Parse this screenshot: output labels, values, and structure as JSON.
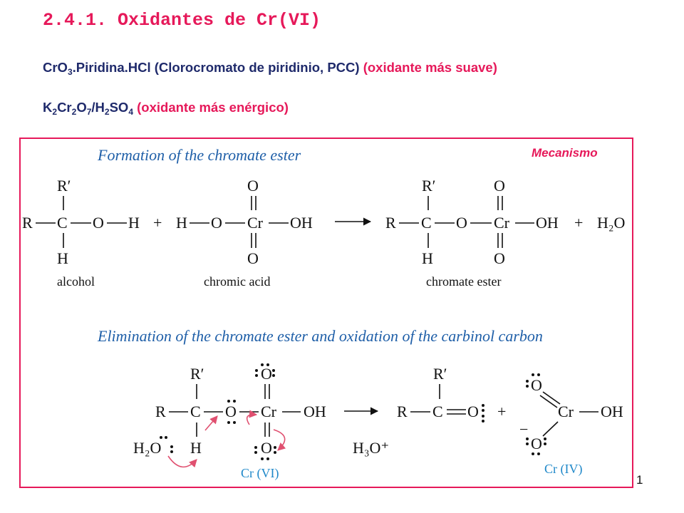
{
  "slide": {
    "title": "2.4.1. Oxidantes de Cr(VI)",
    "line1": {
      "formula_parts": [
        "CrO",
        "3",
        ".Piridina.HCl (Clorocromato de piridinio, PCC)"
      ],
      "note": "(oxidante más suave)"
    },
    "line2": {
      "formula_parts": [
        "K",
        "2",
        "Cr",
        "2",
        "O",
        "7",
        "/H",
        "2",
        "SO",
        "4"
      ],
      "note": "(oxidante más enérgico)"
    },
    "box_label": "Mecanismo",
    "page_number": "1"
  },
  "scheme": {
    "section1_title": "Formation of the chromate ester",
    "section2_title": "Elimination of the chromate ester and oxidation of the carbinol carbon",
    "labels": {
      "alcohol": "alcohol",
      "chromic_acid": "chromic acid",
      "chromate_ester": "chromate ester",
      "cr6": "Cr (VI)",
      "cr4": "Cr (IV)"
    },
    "atoms": {
      "R": "R",
      "R_prime": "R′",
      "C": "C",
      "O": "O",
      "H": "H",
      "Cr": "Cr",
      "OH": "OH",
      "plus": "+",
      "water": "H₂O",
      "hydronium": "H₃O⁺",
      "minus": "−"
    }
  },
  "colors": {
    "accent": "#e6195a",
    "navy": "#1f2a6b",
    "section_blue": "#1f5fa8",
    "label_blue": "#1f88c9",
    "arrow_red": "#e05070"
  }
}
